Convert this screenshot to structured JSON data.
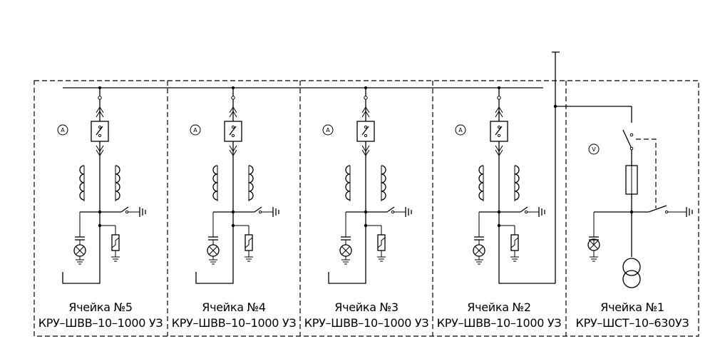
{
  "cells": [
    {
      "title": "Ячейка №5",
      "type_code": "КРУ–ШВВ–10–1000 УЗ",
      "meter": "A"
    },
    {
      "title": "Ячейка №4",
      "type_code": "КРУ–ШВВ–10–1000 УЗ",
      "meter": "A"
    },
    {
      "title": "Ячейка №3",
      "type_code": "КРУ–ШВВ–10–1000 УЗ",
      "meter": "A"
    },
    {
      "title": "Ячейка №2",
      "type_code": "КРУ–ШВВ–10–1000 УЗ",
      "meter": "A"
    },
    {
      "title": "Ячейка №1",
      "type_code": "КРУ–ШСТ–10–630УЗ",
      "meter": "V"
    }
  ],
  "colors": {
    "line": "#000000",
    "background": "#ffffff"
  }
}
